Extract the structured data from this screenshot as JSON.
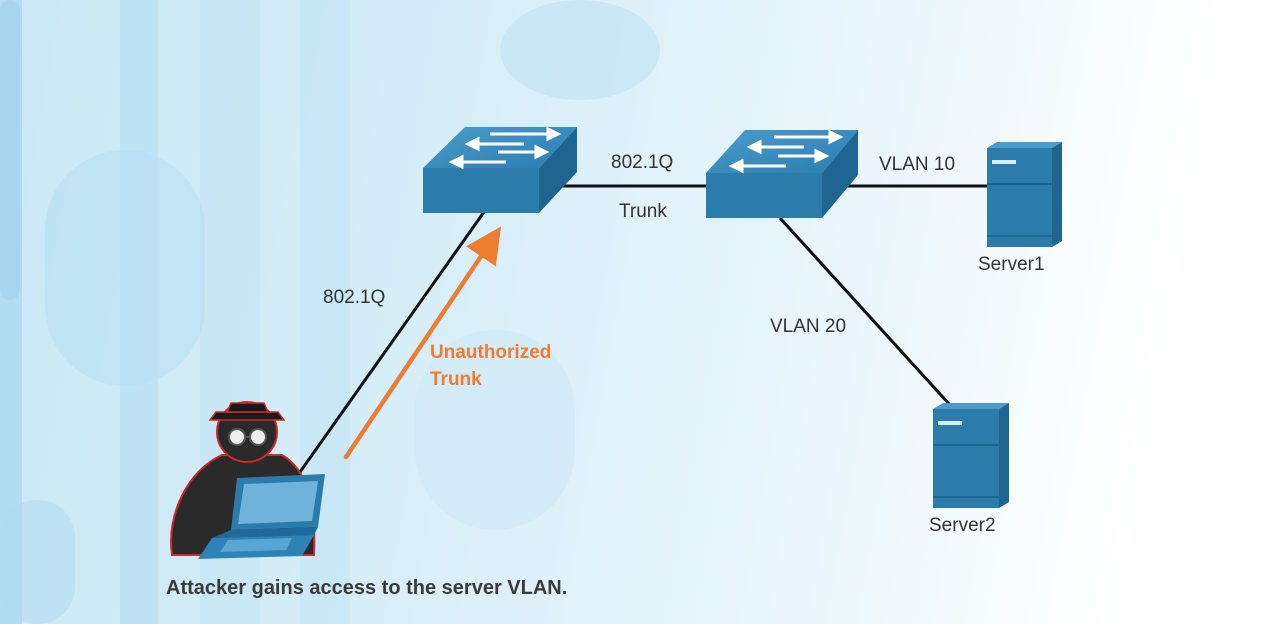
{
  "links": {
    "trunk_top": "802.1Q",
    "trunk_bottom": "Trunk",
    "attacker_link": "802.1Q",
    "vlan10": "VLAN 10",
    "vlan20": "VLAN 20"
  },
  "attack": {
    "line1": "Unauthorized",
    "line2": "Trunk"
  },
  "servers": {
    "server1": "Server1",
    "server2": "Server2"
  },
  "caption": "Attacker gains access to the server VLAN.",
  "colors": {
    "device": "#2b7bab",
    "attack_arrow": "#ee7d31",
    "link": "#111111"
  }
}
